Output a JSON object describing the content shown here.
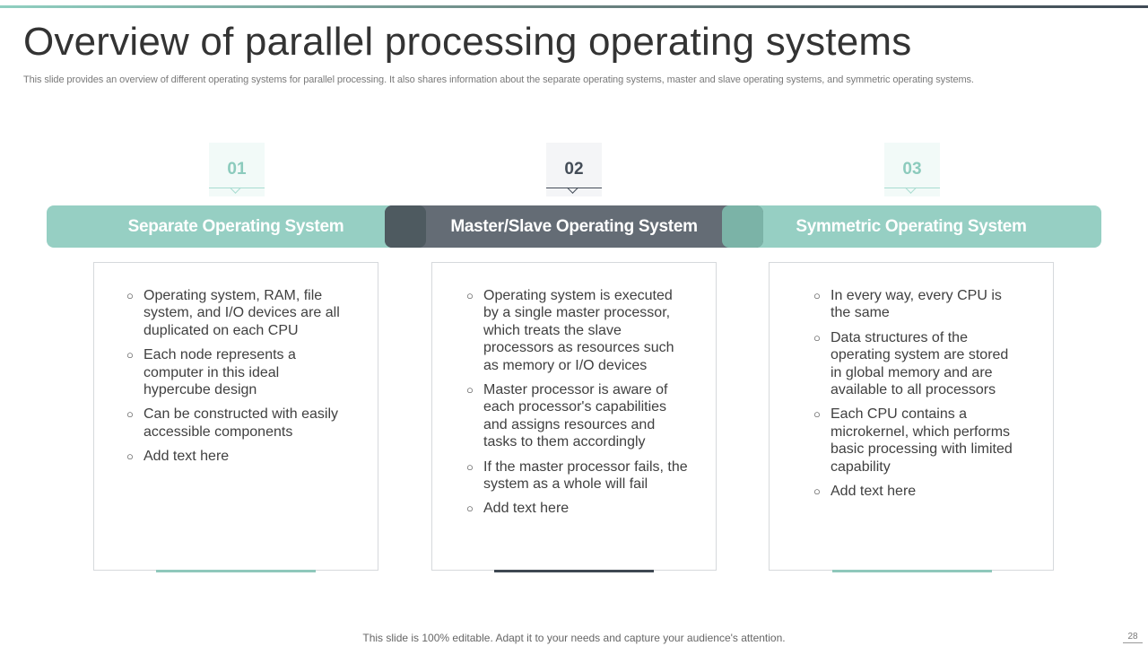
{
  "slide": {
    "title": "Overview of parallel processing operating systems",
    "subtitle": "This slide provides an overview of different operating systems for parallel processing. It also shares information about the separate operating systems, master and slave operating systems, and symmetric operating systems.",
    "footer": "This slide is 100% editable. Adapt it to your needs and capture your audience's attention.",
    "page_number": "28"
  },
  "colors": {
    "teal": "#96cfc3",
    "dark": "#646c75",
    "text": "#404040"
  },
  "columns": [
    {
      "number": "01",
      "heading": "Separate Operating System",
      "bullet_icon": "hollow-circle",
      "items": [
        "Operating system, RAM, file system, and I/O devices are all duplicated on each CPU",
        "Each node represents a computer in this ideal hypercube design",
        "Can be constructed with easily accessible components",
        "Add text here"
      ]
    },
    {
      "number": "02",
      "heading": "Master/Slave Operating System",
      "bullet_icon": "hollow-circle",
      "items": [
        "Operating system is executed by a single master processor, which treats the slave processors as resources such as memory or I/O devices",
        "Master processor is aware of each processor's capabilities and assigns resources and tasks to them accordingly",
        "If the master processor fails, the system as a whole will fail",
        "Add text here"
      ]
    },
    {
      "number": "03",
      "heading": "Symmetric Operating System",
      "bullet_icon": "hollow-circle",
      "items": [
        "In every way, every CPU is the same",
        "Data structures of the operating system are stored in global memory and are available to all processors",
        "Each CPU contains a microkernel, which performs basic processing with limited capability",
        "Add text here"
      ]
    }
  ]
}
